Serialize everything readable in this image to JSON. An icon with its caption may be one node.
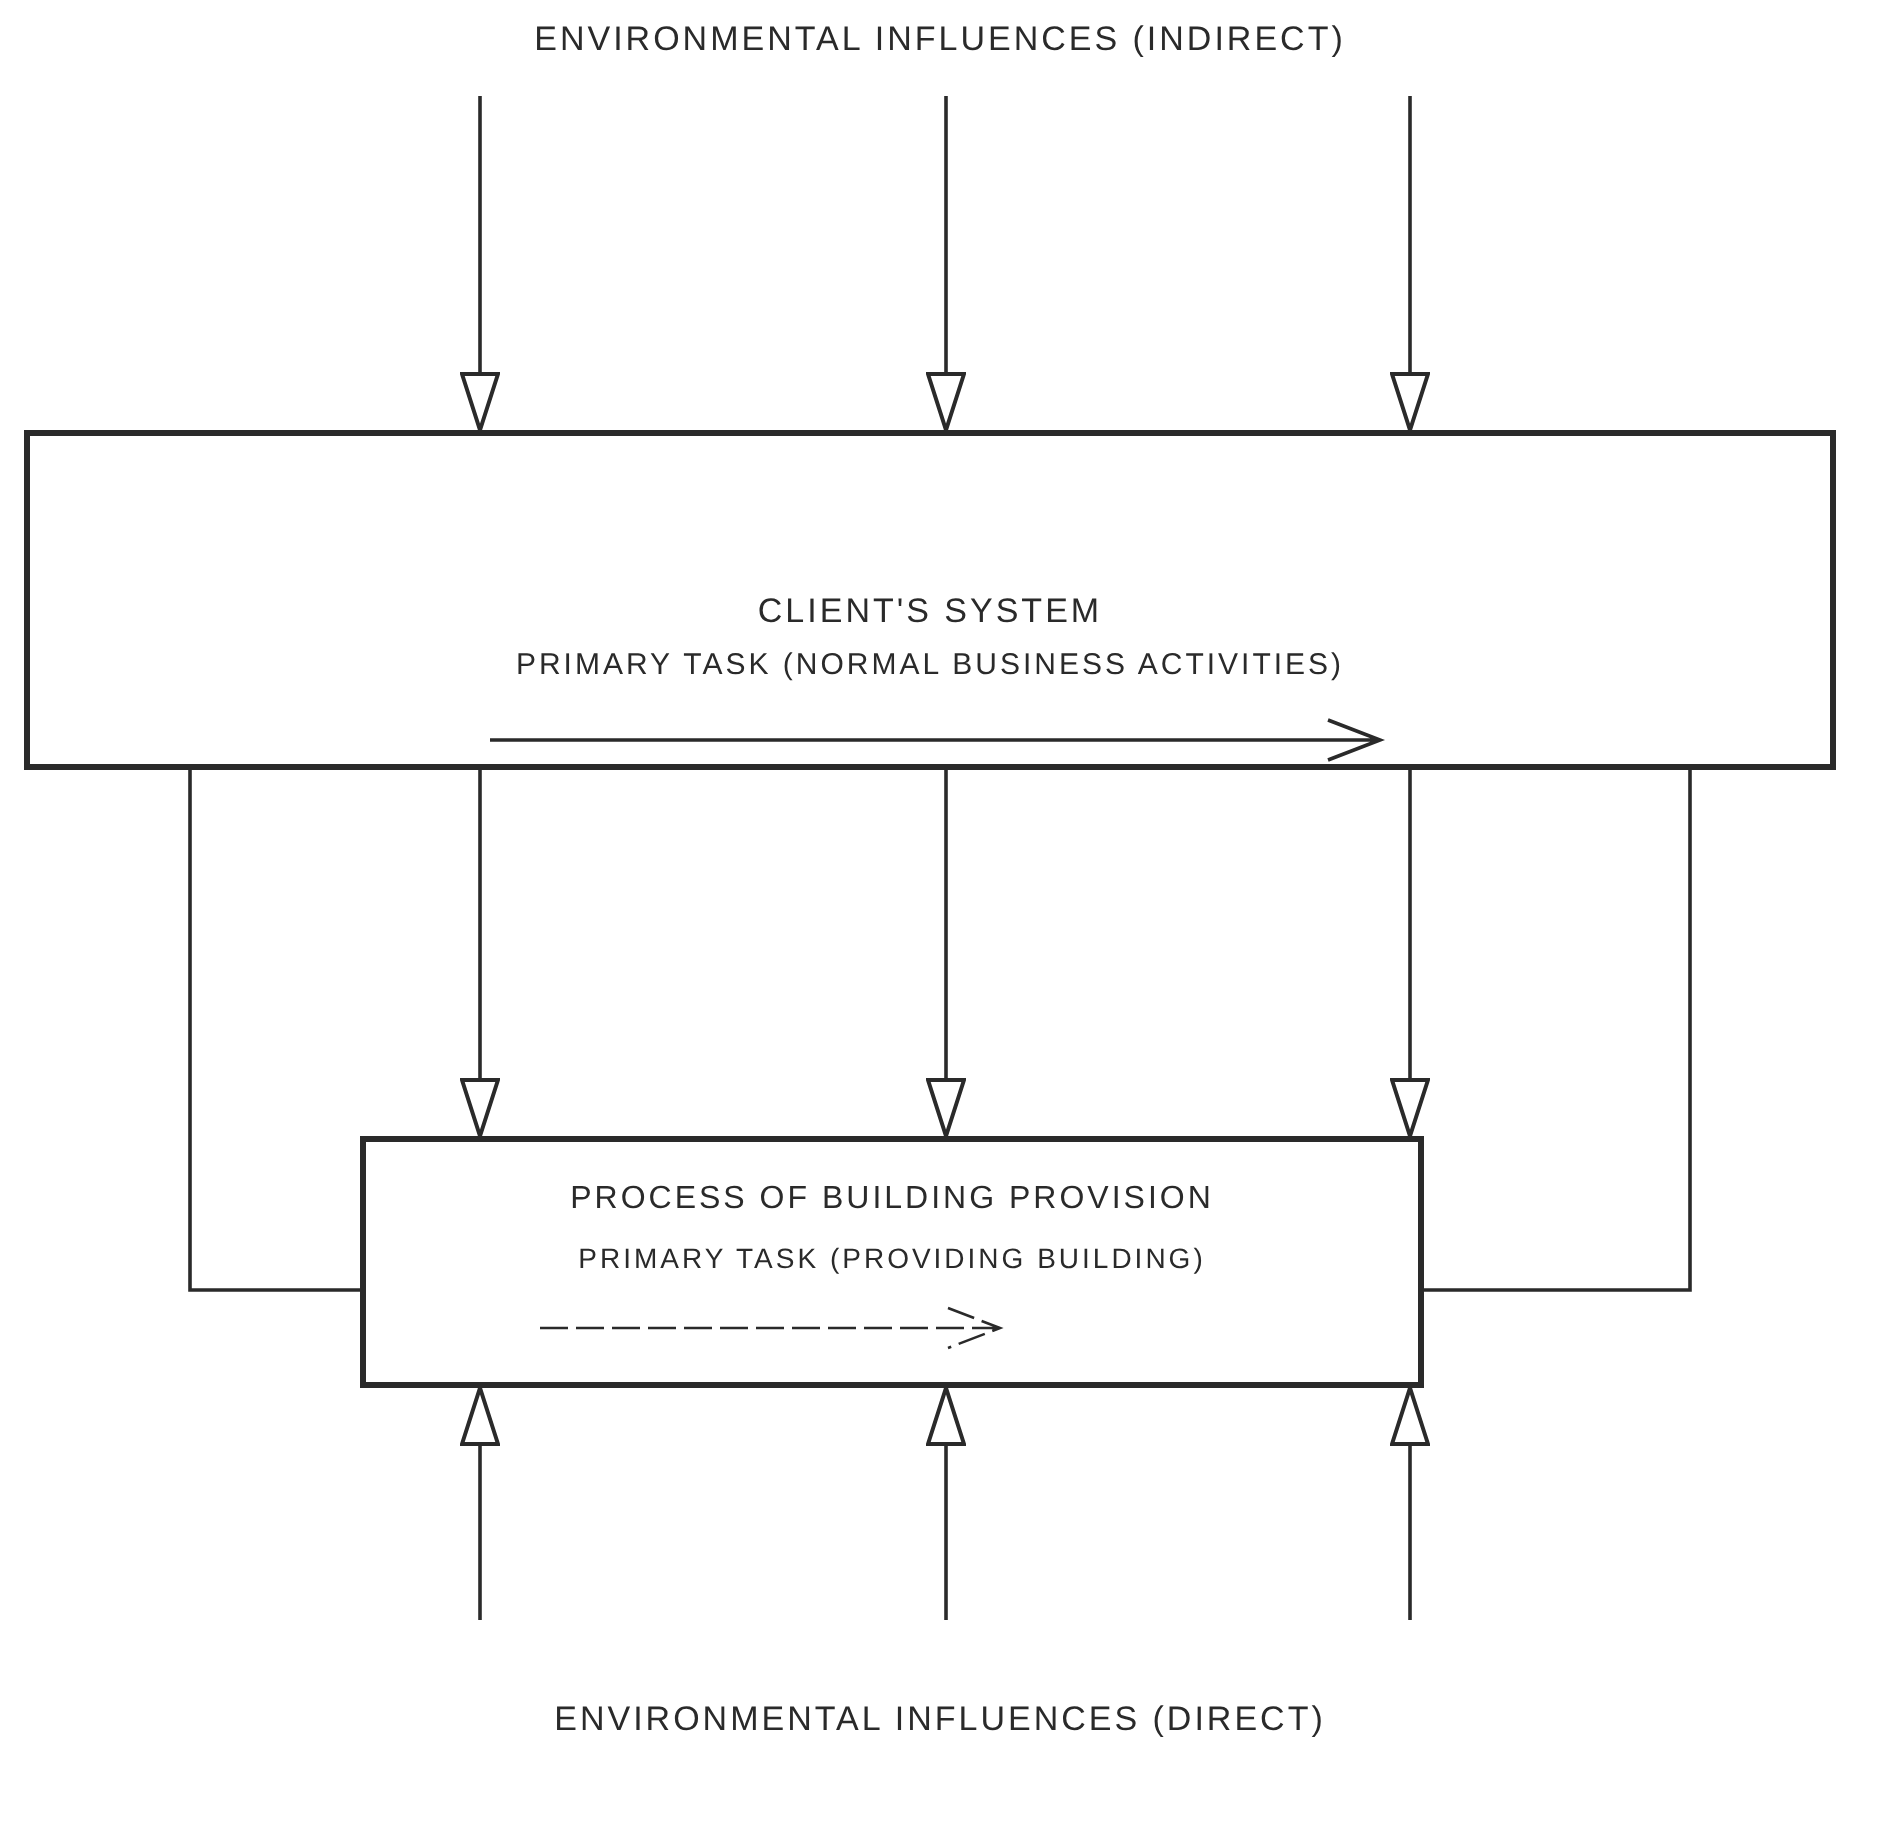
{
  "diagram": {
    "nodes": [
      {
        "text": [
          "ENVIRONMENTAL INFLUENCES (INDIRECT)"
        ]
      },
      {
        "text": [
          "CLIENT'S SYSTEM",
          "PRIMARY TASK (NORMAL BUSINESS ACTIVITIES)"
        ]
      },
      {
        "text": [
          "PROCESS OF BUILDING PROVISION",
          "PRIMARY TASK (PROVIDING BUILDING)"
        ]
      },
      {
        "text": [
          "ENVIRONMENTAL INFLUENCES (DIRECT)"
        ]
      }
    ],
    "edges": [
      {
        "from": 0,
        "to": 1,
        "arrow": "to"
      },
      {
        "from": 0,
        "to": 1,
        "arrow": "to"
      },
      {
        "from": 0,
        "to": 1,
        "arrow": "to"
      },
      {
        "from": 1,
        "to": 2,
        "arrow": "none"
      },
      {
        "from": 1,
        "to": 2,
        "arrow": "to"
      },
      {
        "from": 1,
        "to": 2,
        "arrow": "to"
      },
      {
        "from": 1,
        "to": 2,
        "arrow": "to"
      },
      {
        "from": 1,
        "to": 2,
        "arrow": "none"
      },
      {
        "from": 3,
        "to": 2,
        "arrow": "to"
      },
      {
        "from": 3,
        "to": 2,
        "arrow": "to"
      },
      {
        "from": 3,
        "to": 2,
        "arrow": "to"
      }
    ]
  }
}
